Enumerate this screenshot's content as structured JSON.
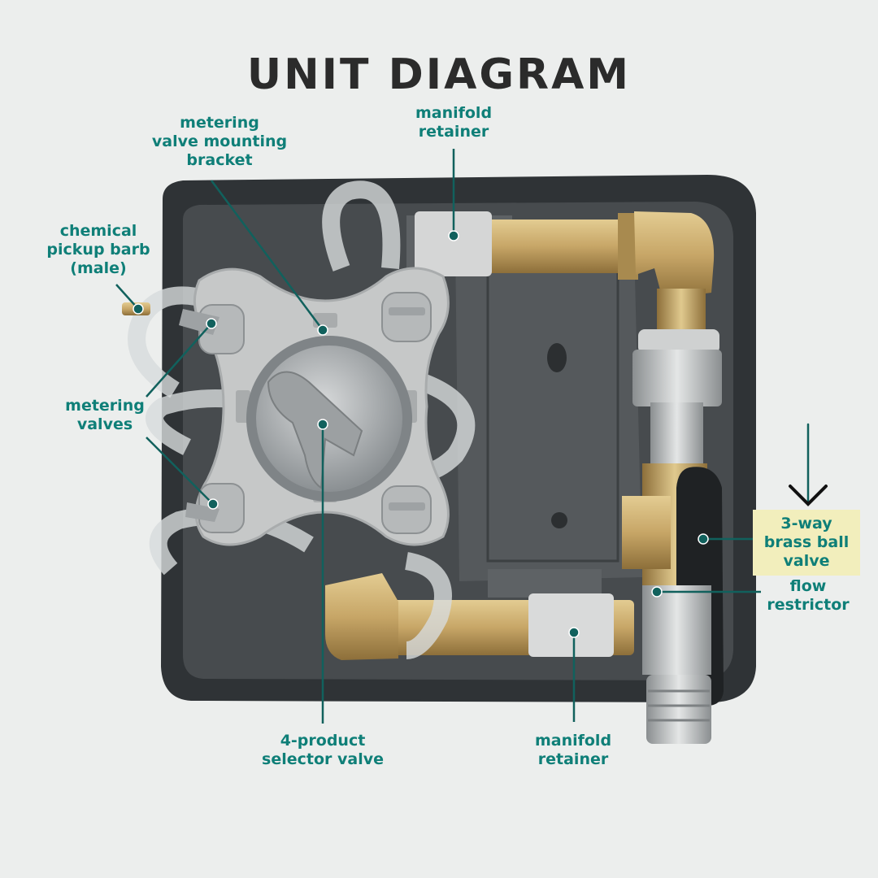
{
  "title": "UNIT DIAGRAM",
  "colors": {
    "label_text": "#0f7f78",
    "leader_line": "#11615d",
    "highlight": "#f2eebc",
    "title": "#2b2b2b",
    "housing": "#3f4346",
    "brass": "#c7a667"
  },
  "labels": {
    "metering_bracket": [
      "metering",
      "valve mounting",
      "bracket"
    ],
    "manifold_retainer_top": [
      "manifold",
      "retainer"
    ],
    "chemical_barb": [
      "chemical",
      "pickup barb",
      "(male)"
    ],
    "metering_valves": [
      "metering",
      "valves"
    ],
    "selector_valve": [
      "4-product",
      "selector valve"
    ],
    "manifold_retainer_bottom": [
      "manifold",
      "retainer"
    ],
    "ball_valve": [
      "3-way",
      "brass ball",
      "valve"
    ],
    "flow_restrictor": [
      "flow",
      "restrictor"
    ]
  },
  "icons": {
    "pointer": "down-arrow-icon"
  }
}
